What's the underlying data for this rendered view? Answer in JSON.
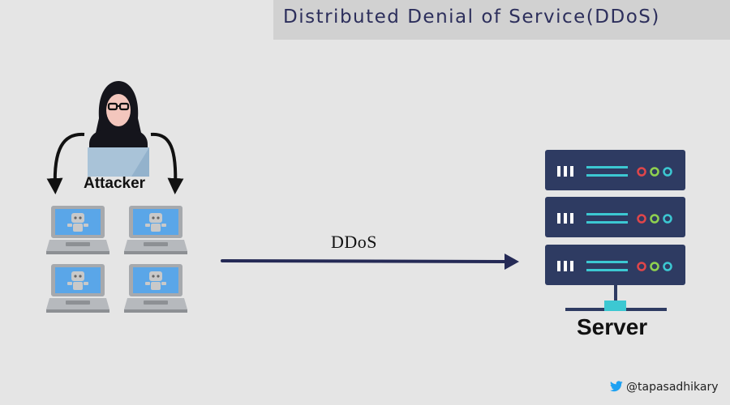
{
  "title": "Distributed Denial of Service(DDoS)",
  "attacker": {
    "label": "Attacker",
    "icon": "hooded-hacker-icon"
  },
  "bots": {
    "count": 4,
    "icon": "infected-laptop-icon"
  },
  "attack": {
    "label": "DDoS",
    "direction": "bots-to-server"
  },
  "server": {
    "label": "Server",
    "units": 3,
    "icon": "server-rack-icon"
  },
  "credit": {
    "icon": "twitter-bird-icon",
    "handle": "@tapasadhikary"
  },
  "colors": {
    "background": "#e5e5e5",
    "title_bar": "#d1d1d1",
    "title_text": "#2d2f5c",
    "server_body": "#2e3b62",
    "server_accent": "#3cc8d2",
    "led_red": "#e0464a",
    "led_green": "#8fd14f",
    "led_cyan": "#3cc8d2",
    "arrow": "#252a56",
    "laptop_screen": "#5aa6e8",
    "laptop_body": "#a6a9ad",
    "twitter": "#1da1f2"
  }
}
